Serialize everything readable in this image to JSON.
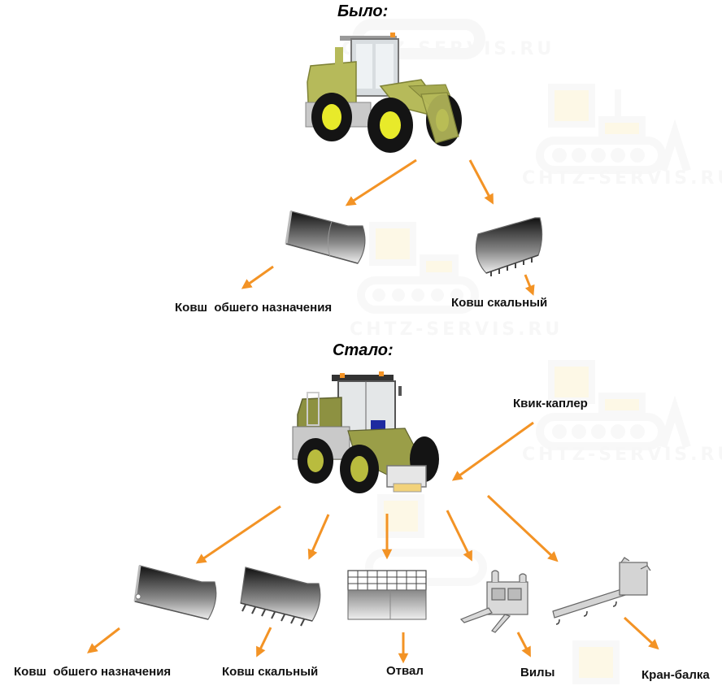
{
  "watermark": {
    "text": "CHTZ-SERVIS.RU",
    "icon": "bulldozer-icon"
  },
  "colors": {
    "arrow": "#f39325",
    "loader_body": "#b6ba5a",
    "loader_body_dark": "#8d9141",
    "tire": "#141414",
    "rim": "#e8ea2a",
    "metal": "#c9c9c9",
    "watermark_yellow": "#fdf6dc"
  },
  "before": {
    "title": "Было:",
    "machine": "wheel-loader-icon",
    "attachments": [
      {
        "label": "Ковш  обшего назначения",
        "icon": "general-bucket-icon"
      },
      {
        "label": "Ковш скальный",
        "icon": "rock-bucket-icon"
      }
    ]
  },
  "after": {
    "title": "Стало:",
    "machine": "wheel-loader-icon",
    "coupler_label": "Квик-каплер",
    "attachments": [
      {
        "label": "Ковш  обшего назначения",
        "icon": "general-bucket-icon"
      },
      {
        "label": "Ковш скальный",
        "icon": "rock-bucket-icon"
      },
      {
        "label": "Отвал",
        "icon": "blade-icon"
      },
      {
        "label": "Вилы",
        "icon": "forks-icon"
      },
      {
        "label": "Кран-балка",
        "icon": "crane-beam-icon"
      }
    ]
  }
}
